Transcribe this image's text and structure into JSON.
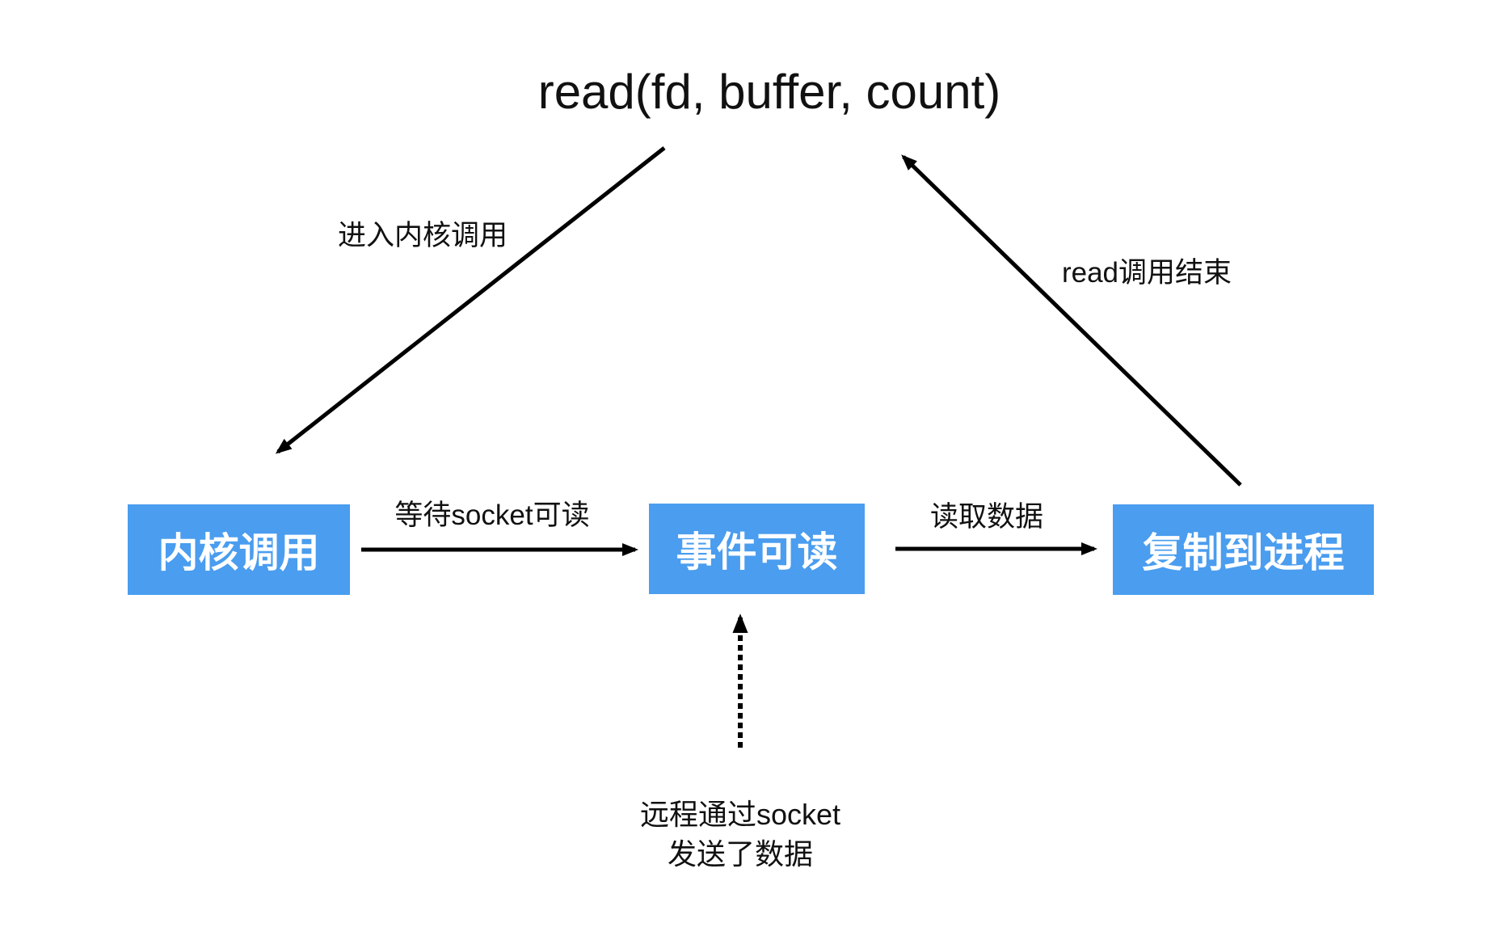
{
  "diagram": {
    "title": "read(fd, buffer, count)",
    "nodes": [
      {
        "id": "kernel-call",
        "label": "内核调用"
      },
      {
        "id": "event-readable",
        "label": "事件可读"
      },
      {
        "id": "copy-to-process",
        "label": "复制到进程"
      }
    ],
    "edge_labels": {
      "enter_kernel": "进入内核调用",
      "wait_socket": "等待socket可读",
      "read_data": "读取数据",
      "read_end": "read调用结束",
      "socket_note_line1": "远程通过socket",
      "socket_note_line2": "发送了数据"
    },
    "colors": {
      "node_bg": "#4A9DEF",
      "node_text": "#FFFFFF",
      "arrow": "#000000",
      "background": "#FFFFFF"
    }
  }
}
